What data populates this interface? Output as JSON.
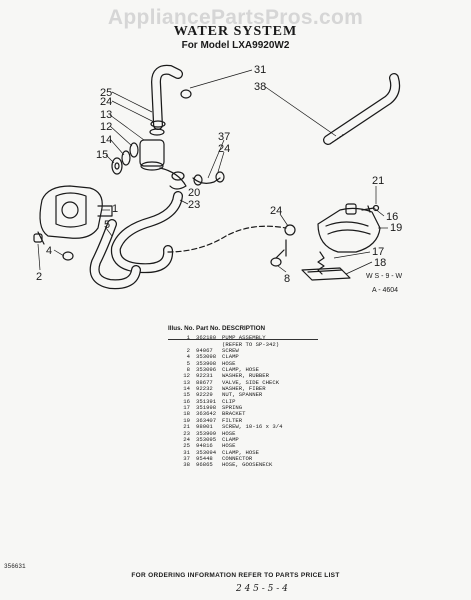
{
  "watermark": "AppliancePartsPros.com",
  "header": {
    "title": "WATER SYSTEM",
    "subtitle": "For Model LXA9920W2"
  },
  "callouts": [
    "31",
    "38",
    "25",
    "24",
    "13",
    "12",
    "14",
    "15",
    "37",
    "24",
    "20",
    "23",
    "1",
    "21",
    "24",
    "16",
    "19",
    "5",
    "4",
    "2",
    "17",
    "18",
    "8"
  ],
  "diagram_code": "W S - 9 - W",
  "figure_code": "A - 4604",
  "parts_table": {
    "col_illus": "Illus. No.",
    "col_part": "Part No.",
    "col_desc": "DESCRIPTION",
    "rows": [
      {
        "no": "1",
        "part": "362180",
        "desc": "PUMP ASSEMBLY"
      },
      {
        "no": "",
        "part": "",
        "desc": "(REFER TO SP-342)"
      },
      {
        "no": "2",
        "part": "94067",
        "desc": "SCREW"
      },
      {
        "no": "4",
        "part": "353098",
        "desc": "CLAMP"
      },
      {
        "no": "5",
        "part": "353908",
        "desc": "HOSE"
      },
      {
        "no": "8",
        "part": "353096",
        "desc": "CLAMP, HOSE"
      },
      {
        "no": "12",
        "part": "92231",
        "desc": "WASHER, RUBBER"
      },
      {
        "no": "13",
        "part": "88677",
        "desc": "VALVE, SIDE CHECK"
      },
      {
        "no": "14",
        "part": "92232",
        "desc": "WASHER, FIBER"
      },
      {
        "no": "15",
        "part": "92229",
        "desc": "NUT, SPANNER"
      },
      {
        "no": "16",
        "part": "351391",
        "desc": "CLIP"
      },
      {
        "no": "17",
        "part": "351998",
        "desc": "SPRING"
      },
      {
        "no": "18",
        "part": "363642",
        "desc": "BRACKET"
      },
      {
        "no": "19",
        "part": "363407",
        "desc": "FILTER"
      },
      {
        "no": "21",
        "part": "98001",
        "desc": "SCREW, 10-16 x 3/4"
      },
      {
        "no": "23",
        "part": "353909",
        "desc": "HOSE"
      },
      {
        "no": "24",
        "part": "353095",
        "desc": "CLAMP"
      },
      {
        "no": "25",
        "part": "94816",
        "desc": "HOSE"
      },
      {
        "no": "31",
        "part": "353094",
        "desc": "CLAMP, HOSE"
      },
      {
        "no": "37",
        "part": "95448",
        "desc": "CONNECTOR"
      },
      {
        "no": "38",
        "part": "96865",
        "desc": "HOSE, GOOSENECK"
      }
    ]
  },
  "footer": "FOR ORDERING INFORMATION REFER TO PARTS PRICE LIST",
  "doc_number": "356631",
  "handwritten": "2 4 5 - 5 - 4"
}
